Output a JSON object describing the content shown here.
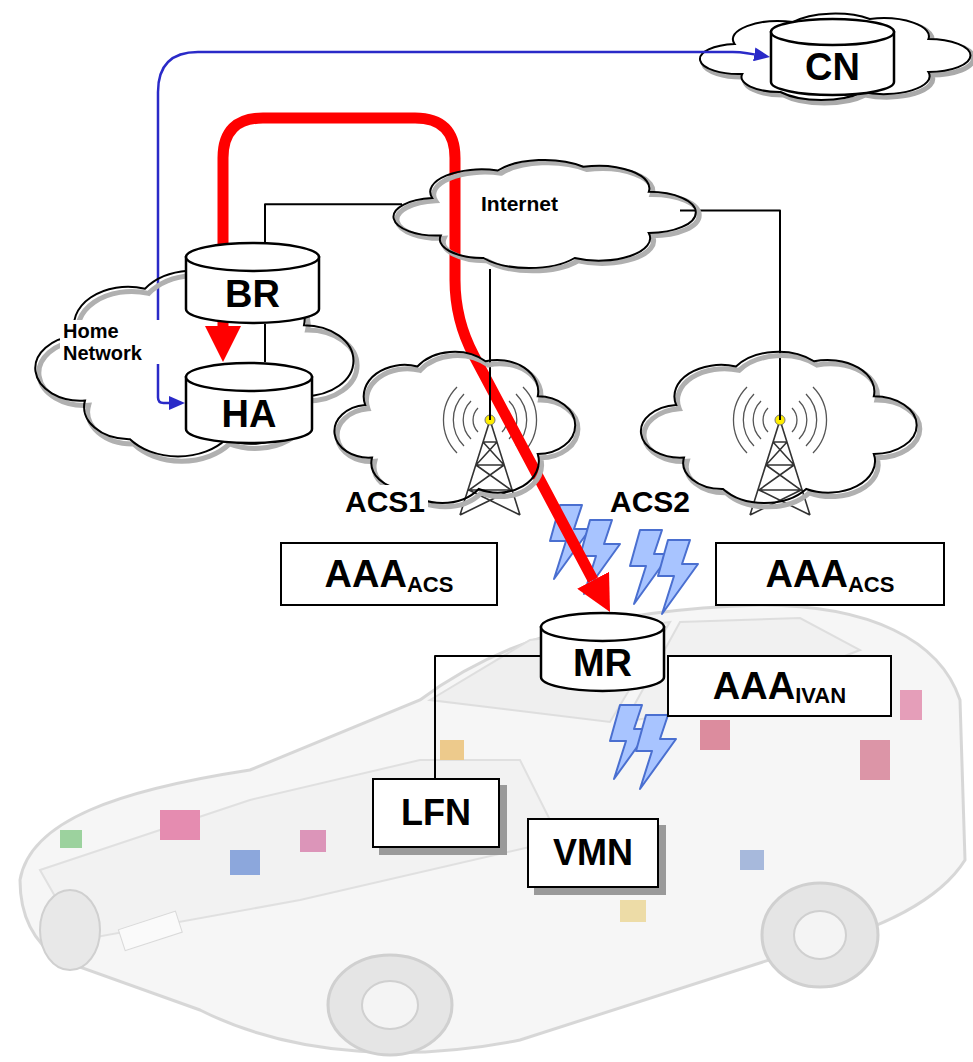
{
  "diagram": {
    "nodes": [
      {
        "text": [
          "CN"
        ]
      },
      {
        "text": [
          "Internet"
        ]
      },
      {
        "text": [
          "Home Network"
        ]
      },
      {
        "text": [
          "BR"
        ],
        "in": 2
      },
      {
        "text": [
          "HA"
        ],
        "in": 2
      },
      {
        "text": [
          "ACS1"
        ]
      },
      {
        "text": [
          "AAA",
          "ACS"
        ]
      },
      {
        "text": [
          "ACS2"
        ]
      },
      {
        "text": [
          "AAA",
          "ACS"
        ]
      },
      {
        "text": [
          "MR"
        ]
      },
      {
        "text": [
          "AAA",
          "IVAN"
        ]
      },
      {
        "text": [
          "LFN"
        ]
      },
      {
        "text": [
          "VMN"
        ]
      }
    ],
    "edges": [
      {
        "from": 4,
        "to": 9,
        "arrow": "both"
      },
      {
        "from": 4,
        "to": 0,
        "arrow": "both"
      },
      {
        "from": 3,
        "to": 1,
        "arrow": "none"
      },
      {
        "from": 3,
        "to": 4,
        "arrow": "none"
      },
      {
        "from": 1,
        "to": 5,
        "arrow": "none"
      },
      {
        "from": 1,
        "to": 7,
        "arrow": "none"
      },
      {
        "from": 9,
        "to": 11,
        "arrow": "none"
      }
    ]
  }
}
